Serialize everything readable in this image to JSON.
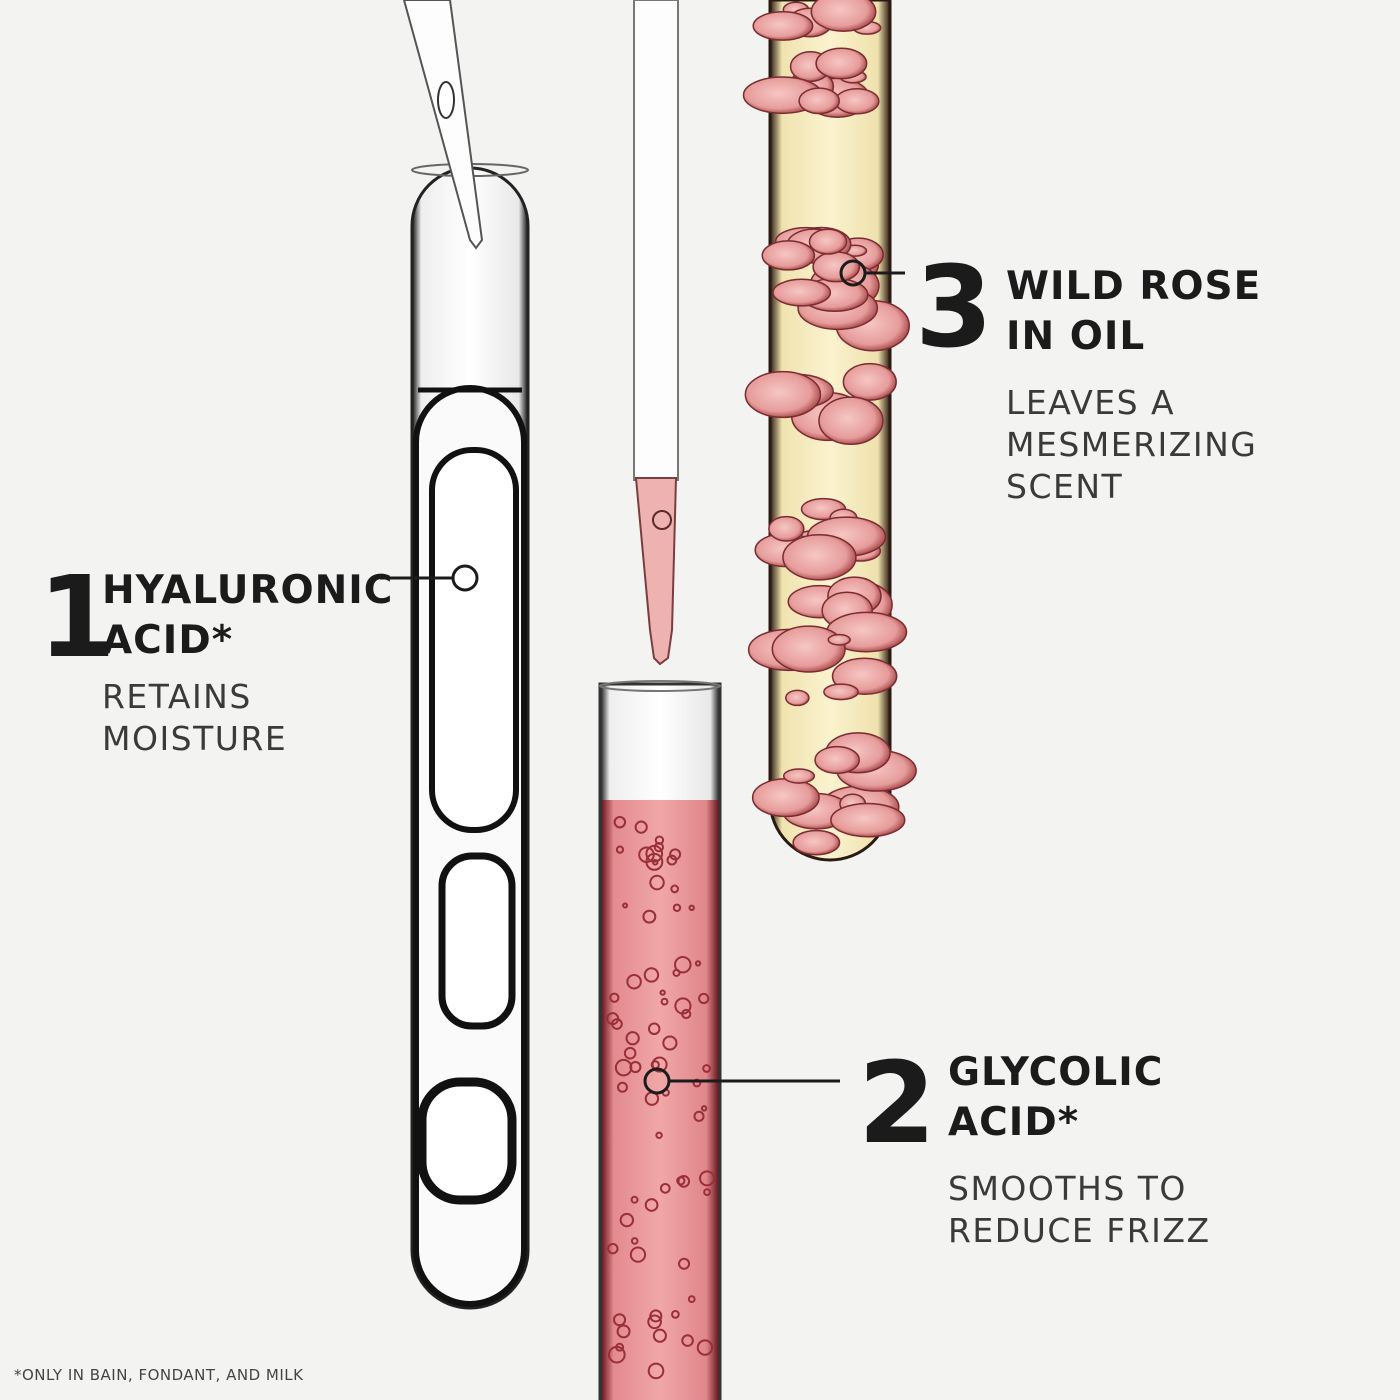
{
  "ingredients": [
    {
      "number": "1",
      "title": "HYALURONIC\nACID*",
      "description": "RETAINS\nMOISTURE"
    },
    {
      "number": "2",
      "title": "GLYCOLIC\nACID*",
      "description": "SMOOTHS TO\nREDUCE FRIZZ"
    },
    {
      "number": "3",
      "title": "WILD ROSE\nIN OIL",
      "description": "LEAVES A\nMESMERIZING\nSCENT"
    }
  ],
  "footnote": "*ONLY IN BAIN, FONDANT, AND MILK",
  "colors": {
    "background": "#f3f3f2",
    "text": "#1b1b1b",
    "pink_liquid": "#e59a9c",
    "oil_yellow": "#f4eabf",
    "rose_droplet": "#e8a4a2"
  }
}
